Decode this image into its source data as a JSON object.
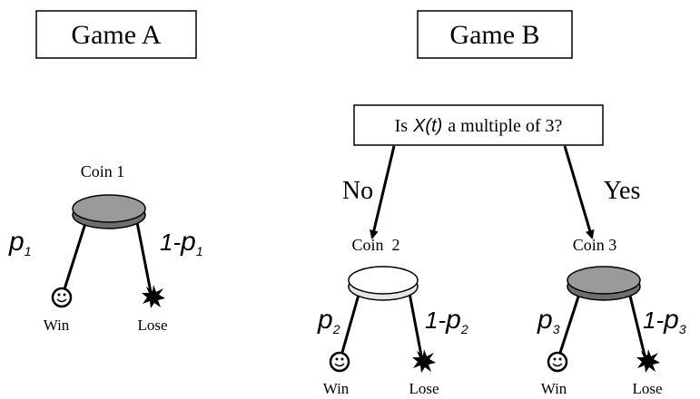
{
  "game_a": {
    "title": "Game A",
    "coin_label": "Coin 1",
    "left_prob": {
      "base": "p",
      "sub": "1"
    },
    "right_prob": {
      "prefix": "1-",
      "base": "p",
      "sub": "1"
    },
    "win_label": "Win",
    "lose_label": "Lose"
  },
  "game_b": {
    "title": "Game B",
    "question": {
      "before": "Is",
      "var": "X(t)",
      "after": "a multiple of 3?"
    },
    "no_label": "No",
    "yes_label": "Yes",
    "coin2": {
      "label": "Coin  2",
      "left_prob": {
        "base": "p",
        "sub": "2"
      },
      "right_prob": {
        "prefix": "1-",
        "base": "p",
        "sub": "2"
      },
      "win_label": "Win",
      "lose_label": "Lose"
    },
    "coin3": {
      "label": "Coin 3",
      "left_prob": {
        "base": "p",
        "sub": "3"
      },
      "right_prob": {
        "prefix": "1-",
        "base": "p",
        "sub": "3"
      },
      "win_label": "Win",
      "lose_label": "Lose"
    }
  },
  "colors": {
    "coin_gray": "#9a9a9a",
    "coin_white": "#ffffff",
    "stroke": "#000000"
  },
  "icons": {
    "win": "smiley-face-icon",
    "lose": "starburst-icon"
  }
}
